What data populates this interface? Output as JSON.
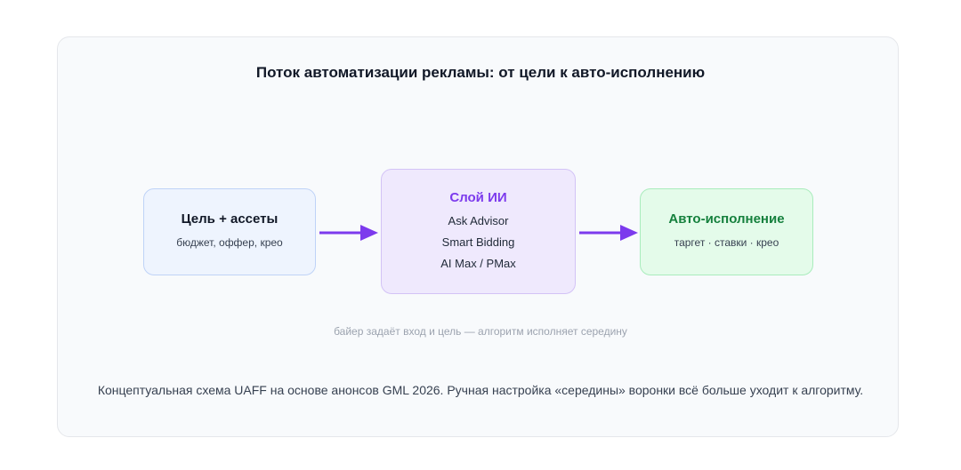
{
  "title": "Поток автоматизации рекламы: от цели к авто-исполнению",
  "nodes": {
    "goal": {
      "title": "Цель + ассеты",
      "subtitle": "бюджет, оффер, крео"
    },
    "ai": {
      "title": "Слой ИИ",
      "items": [
        "Ask Advisor",
        "Smart Bidding",
        "AI Max / PMax"
      ]
    },
    "exec": {
      "title": "Авто-исполнение",
      "subtitle": "таргет · ставки · крео"
    }
  },
  "caption": "байер задаёт вход и цель — алгоритм исполняет середину",
  "footnote": "Концептуальная схема UAFF на основе анонсов GML 2026. Ручная настройка «середины» воронки всё больше уходит к алгоритму.",
  "colors": {
    "arrow": "#7c3aed",
    "ai_title": "#7c3aed",
    "exec_title": "#15803d"
  }
}
